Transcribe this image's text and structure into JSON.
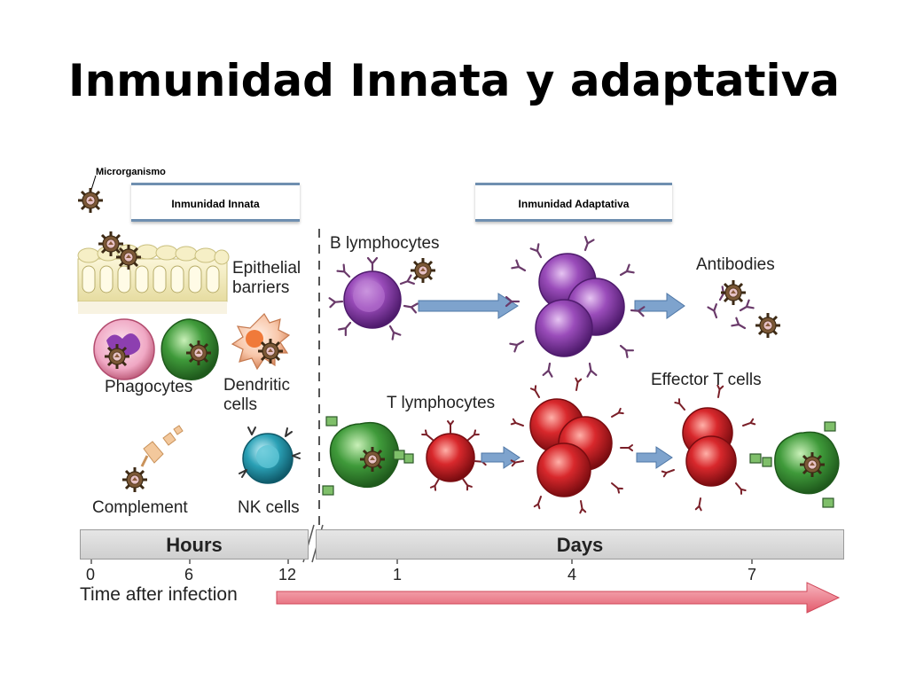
{
  "title": "Inmunidad Innata y adaptativa",
  "microorganism_label": "Microrganismo",
  "banners": {
    "innate": "Inmunidad Innata",
    "adaptive": "Inmunidad Adaptativa"
  },
  "innate_labels": {
    "epithelial_line1": "Epithelial",
    "epithelial_line2": "barriers",
    "phagocytes": "Phagocytes",
    "dendritic_line1": "Dendritic",
    "dendritic_line2": "cells",
    "complement": "Complement",
    "nk_cells": "NK cells"
  },
  "adaptive_labels": {
    "b_lymphocytes": "B lymphocytes",
    "antibodies": "Antibodies",
    "t_lymphocytes": "T lymphocytes",
    "effector_t_cells": "Effector T cells"
  },
  "timeline": {
    "hours_label": "Hours",
    "days_label": "Days",
    "hour_ticks": [
      "0",
      "6",
      "12"
    ],
    "day_ticks": [
      "1",
      "4",
      "7"
    ],
    "axis_label": "Time after infection"
  },
  "colors": {
    "banner_border": "#6f8fb0",
    "arrow_blue": "#6f95c2",
    "time_arrow": "#e8707e",
    "b_cell": "#8a3fa8",
    "t_cell": "#d0262a",
    "phagocyte": "#3f9a3a",
    "nk_cell": "#2aa0b5",
    "microbe": "#6b4a2e"
  }
}
